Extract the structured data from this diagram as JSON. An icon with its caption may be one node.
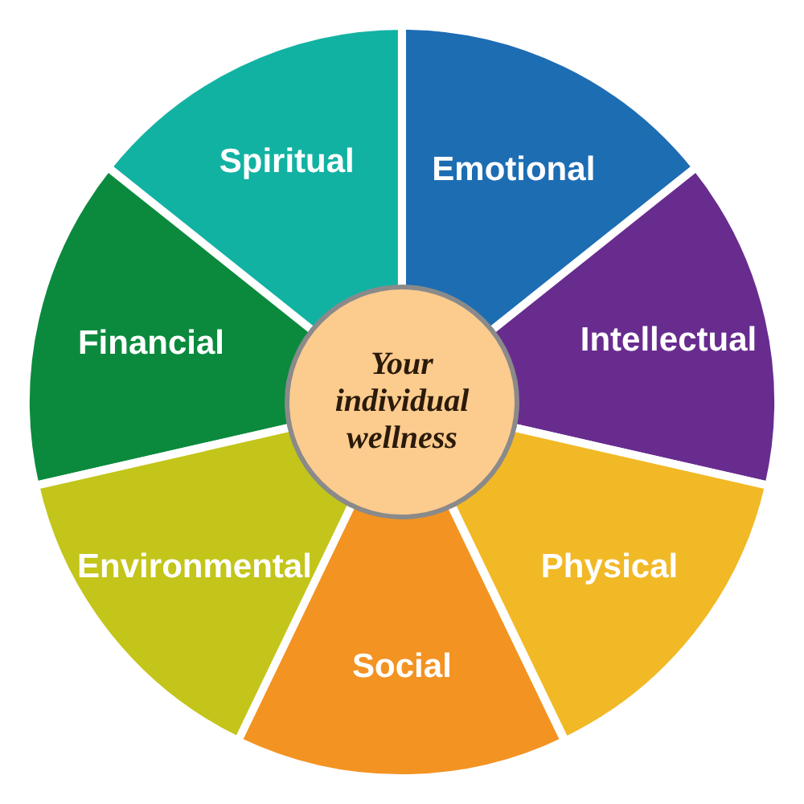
{
  "diagram": {
    "nodes": [
      {
        "text": [
          "Spiritual"
        ]
      },
      {
        "text": [
          "Emotional"
        ]
      },
      {
        "text": [
          "Financial"
        ]
      },
      {
        "text": [
          "Intellectual"
        ]
      },
      {
        "text": [
          "Your individual wellness"
        ]
      },
      {
        "text": [
          "Environmental"
        ]
      },
      {
        "text": [
          "Physical"
        ]
      },
      {
        "text": [
          "Social"
        ]
      }
    ]
  }
}
